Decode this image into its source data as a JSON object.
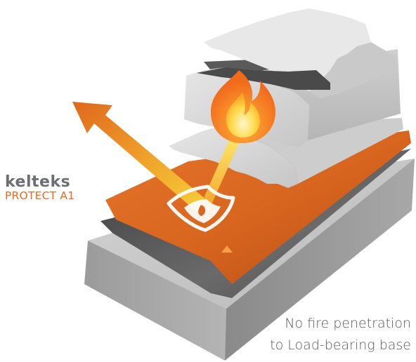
{
  "brand": {
    "name": "kelteks",
    "product": "PROTECT A1",
    "product_color": "#e96a1a",
    "name_color": "#6d6e71"
  },
  "caption": {
    "line1": "No fire penetration",
    "line2": "to Load-bearing base"
  },
  "layers": [
    "load-bearing-base",
    "dark-membrane",
    "kelteks-protect-a1",
    "insulation",
    "dark-membrane",
    "insulation",
    "dark-membrane",
    "insulation-top"
  ],
  "icons": [
    "flame-icon",
    "shield-icon",
    "reflection-arrow-icon"
  ]
}
